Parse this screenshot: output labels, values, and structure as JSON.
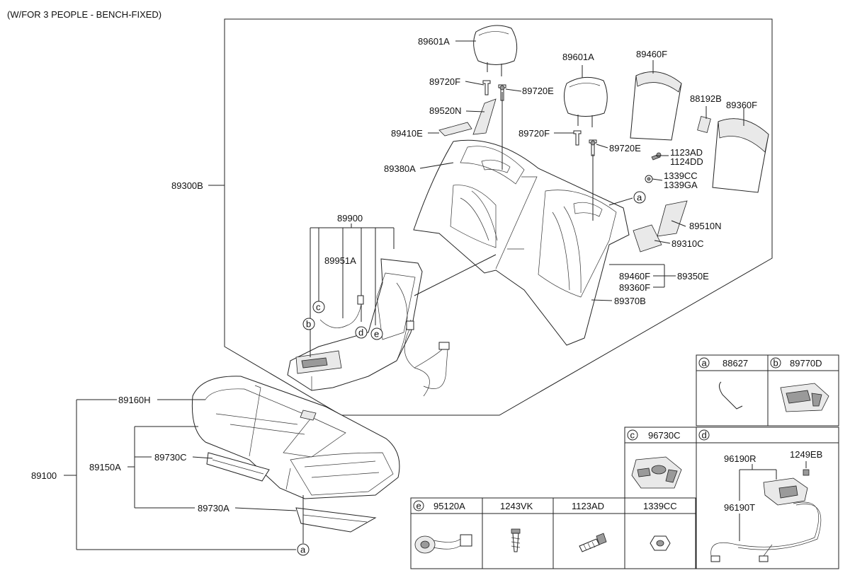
{
  "header": {
    "title": "(W/FOR 3 PEOPLE - BENCH-FIXED)"
  },
  "labels": {
    "p89601A_1": "89601A",
    "p89601A_2": "89601A",
    "p89720F_1": "89720F",
    "p89720E_1": "89720E",
    "p89520N": "89520N",
    "p89410E": "89410E",
    "p89720F_2": "89720F",
    "p89720E_2": "89720E",
    "p89460F_top": "89460F",
    "p88192B": "88192B",
    "p89360F_top": "89360F",
    "p1123AD": "1123AD",
    "p1124DD": "1124DD",
    "p1339CC": "1339CC",
    "p1339GA": "1339GA",
    "p89380A": "89380A",
    "p89300B": "89300B",
    "p89510N": "89510N",
    "p89310C": "89310C",
    "p89460F_mid": "89460F",
    "p89360F_mid": "89360F",
    "p89350E": "89350E",
    "p89370B": "89370B",
    "p89900": "89900",
    "p89951A": "89951A",
    "p89160H": "89160H",
    "p89150A": "89150A",
    "p89730C": "89730C",
    "p89100": "89100",
    "p89730A": "89730A"
  },
  "callouts": {
    "a": "a",
    "b": "b",
    "c": "c",
    "d": "d",
    "e": "e"
  },
  "legend": {
    "a": {
      "letter": "a",
      "part": "88627"
    },
    "b": {
      "letter": "b",
      "part": "89770D"
    },
    "c": {
      "letter": "c",
      "part": "96730C"
    },
    "d": {
      "letter": "d",
      "parts": [
        "96190R",
        "1249EB",
        "96190T"
      ]
    },
    "e": {
      "letter": "e",
      "part": "95120A"
    },
    "extra": [
      "1243VK",
      "1123AD",
      "1339CC"
    ]
  }
}
